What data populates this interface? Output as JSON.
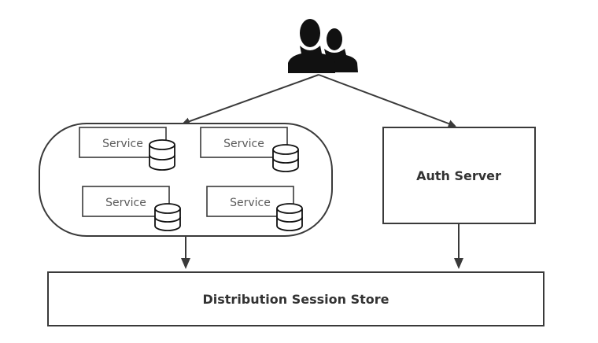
{
  "diagram": {
    "users_icon": "users-icon",
    "cluster": {
      "services": [
        {
          "label": "Service"
        },
        {
          "label": "Service"
        },
        {
          "label": "Service"
        },
        {
          "label": "Service"
        }
      ],
      "db_icon": "database-icon"
    },
    "auth_server": {
      "label": "Auth Server"
    },
    "session_store": {
      "label": "Distribution Session Store"
    },
    "edges": [
      {
        "from": "users",
        "to": "service-cluster"
      },
      {
        "from": "users",
        "to": "auth-server"
      },
      {
        "from": "service-cluster",
        "to": "session-store"
      },
      {
        "from": "auth-server",
        "to": "session-store"
      }
    ],
    "colors": {
      "stroke": "#3a3a3a",
      "icon": "#111111",
      "text": "#333333",
      "background": "#ffffff"
    }
  }
}
